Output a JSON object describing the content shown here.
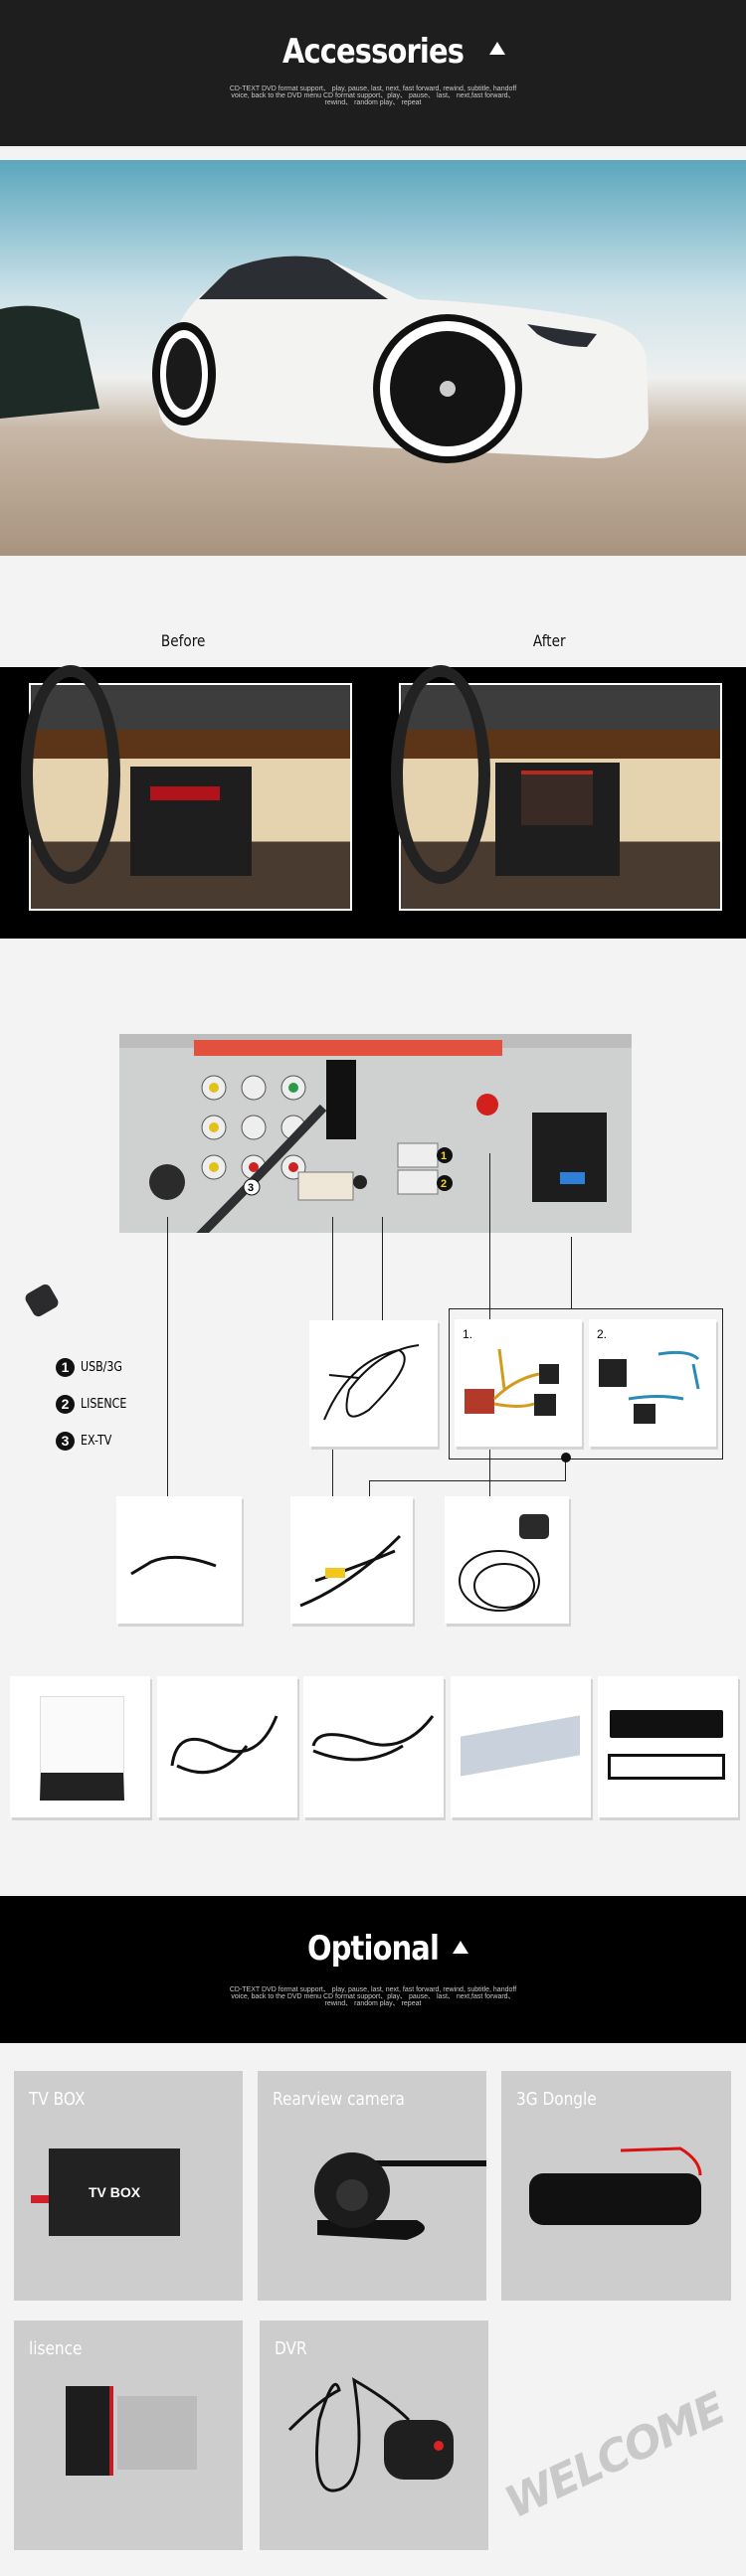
{
  "accessories_header": {
    "title": "Accessories",
    "description": "CD-TEXT DVD format support、 play, pause, last, next, fast forward, rewind, subtitle, handoff voice, back to the DVD menu CD format support、play、 pause、 last、 next,fast forward、 rewind、 random play、 repeat"
  },
  "comparison": {
    "before_label": "Before",
    "after_label": "After"
  },
  "diagram": {
    "legend": [
      {
        "number": "1",
        "label": "USB/3G"
      },
      {
        "number": "2",
        "label": "LISENCE"
      },
      {
        "number": "3",
        "label": "EX-TV"
      }
    ],
    "harness_labels": [
      "1.",
      "2."
    ]
  },
  "optional_header": {
    "title": "Optional",
    "description": "CD-TEXT DVD format support、 play, pause, last, next, fast forward, rewind, subtitle, handoff voice, back to the DVD menu CD format support、play、 pause、 last、 next,fast forward、 rewind、 random play、 repeat"
  },
  "optional_items": [
    {
      "label": "TV BOX",
      "product_text": "TV BOX"
    },
    {
      "label": "Rearview camera"
    },
    {
      "label": "3G Dongle"
    },
    {
      "label": "lisence"
    },
    {
      "label": "DVR"
    }
  ],
  "watermark": "WELCOME",
  "colors": {
    "header_dark": "#1e1e1e",
    "optional_dark": "#000000",
    "card_gray": "#cdcdcd",
    "page_bg": "#f3f3f3"
  }
}
